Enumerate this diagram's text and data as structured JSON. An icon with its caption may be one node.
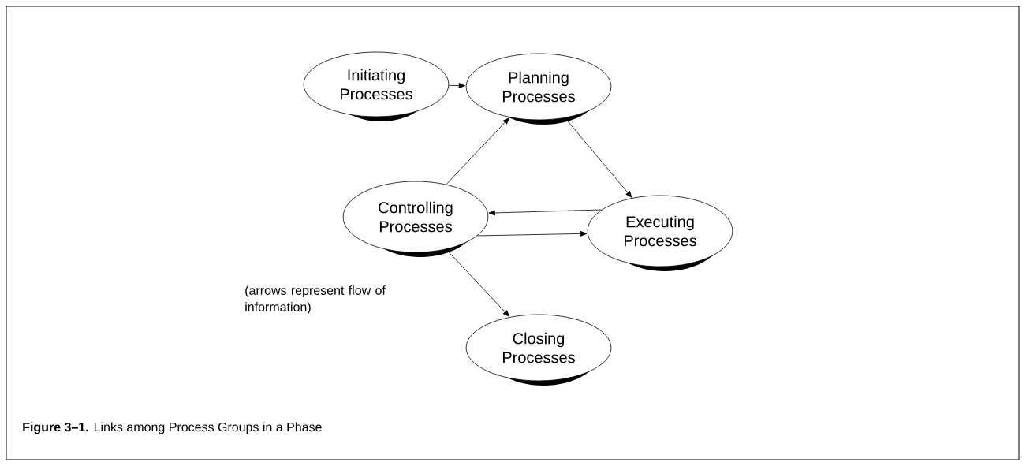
{
  "diagram": {
    "caption": "**Figure 3–1.**    Links among Process Groups in a Phase",
    "nodes": [
      {
        "text": [
          "Initiating Processes"
        ]
      },
      {
        "text": [
          "Planning Processes"
        ]
      },
      {
        "text": [
          "Controlling Processes"
        ]
      },
      {
        "text": [
          "Executing Processes"
        ]
      },
      {
        "text": [
          "Closing Processes"
        ]
      }
    ],
    "edges": [
      {
        "from": 0,
        "to": 1,
        "arrow": "to"
      },
      {
        "from": 2,
        "to": 1,
        "arrow": "to"
      },
      {
        "from": 1,
        "to": 3,
        "arrow": "to"
      },
      {
        "from": 3,
        "to": 2,
        "arrow": "to"
      },
      {
        "from": 2,
        "to": 3,
        "arrow": "to"
      },
      {
        "from": 2,
        "to": 4,
        "arrow": "to"
      }
    ],
    "labels": [
      "(arrows represent flow of information)"
    ]
  }
}
